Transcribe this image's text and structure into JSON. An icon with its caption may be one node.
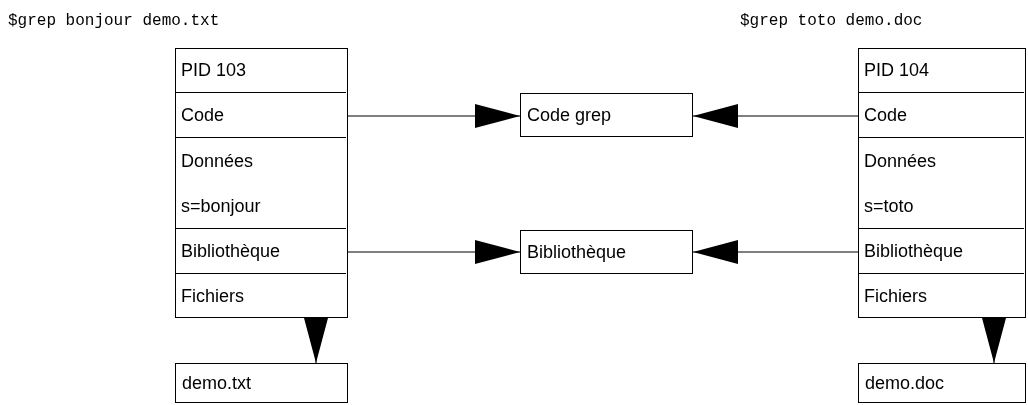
{
  "diagram": {
    "nodes": [
      {
        "text": [],
        "shape": "box"
      },
      {
        "text": [
          "PID 103"
        ],
        "in": 0
      },
      {
        "text": [
          "Code"
        ],
        "in": 0
      },
      {
        "text": [
          "Données",
          "s=bonjour"
        ],
        "in": 0
      },
      {
        "text": [
          "Bibliothèque"
        ],
        "in": 0
      },
      {
        "text": [
          "Fichiers"
        ],
        "in": 0
      },
      {
        "text": [
          "Code grep"
        ]
      },
      {
        "text": [
          "Bibliothèque"
        ]
      },
      {
        "text": [],
        "shape": "box"
      },
      {
        "text": [
          "PID 104"
        ],
        "in": 8
      },
      {
        "text": [
          "Code"
        ],
        "in": 8
      },
      {
        "text": [
          "Données",
          "s=toto"
        ],
        "in": 8
      },
      {
        "text": [
          "Bibliothèque"
        ],
        "in": 8
      },
      {
        "text": [
          "Fichiers"
        ],
        "in": 8
      },
      {
        "text": [
          "demo.txt"
        ]
      },
      {
        "text": [
          "demo.doc"
        ]
      }
    ],
    "edges": [
      {
        "from": 2,
        "to": 6,
        "arrow": "to"
      },
      {
        "from": 10,
        "to": 6,
        "arrow": "to"
      },
      {
        "from": 4,
        "to": 7,
        "arrow": "to"
      },
      {
        "from": 12,
        "to": 7,
        "arrow": "to"
      },
      {
        "from": 5,
        "to": 14,
        "arrow": "to"
      },
      {
        "from": 13,
        "to": 15,
        "arrow": "to"
      }
    ],
    "labels": [
      "$grep bonjour demo.txt",
      "$grep toto demo.doc"
    ]
  }
}
